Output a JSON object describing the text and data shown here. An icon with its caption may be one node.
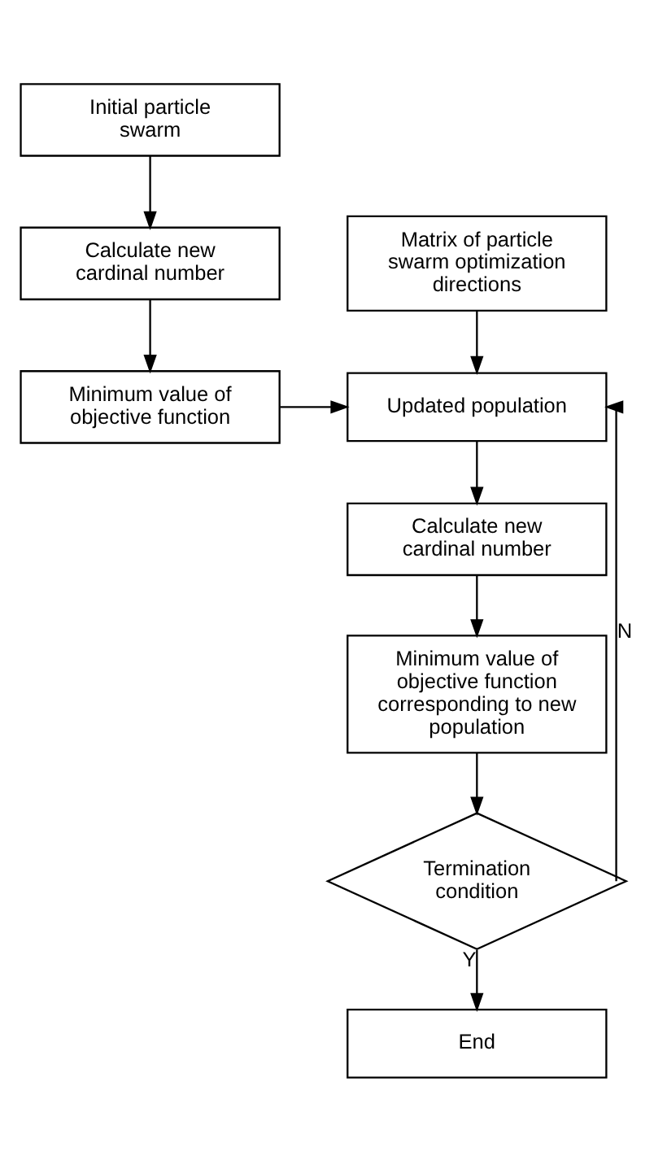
{
  "diagram": {
    "nodes": [
      {
        "text": [
          "Initial particle swarm"
        ]
      },
      {
        "text": [
          "Calculate new cardinal number"
        ]
      },
      {
        "text": [
          "Minimum value of objective function"
        ]
      },
      {
        "text": [
          "Matrix of particle swarm optimization directions"
        ]
      },
      {
        "text": [
          "Updated population"
        ]
      },
      {
        "text": [
          "Calculate new cardinal number"
        ]
      },
      {
        "text": [
          "Minimum value of objective function corresponding to new population"
        ]
      },
      {
        "text": [
          "Termination condition"
        ]
      },
      {
        "text": [
          "End"
        ]
      }
    ],
    "edges": [
      {
        "from": 0,
        "to": 1,
        "arrow": "to"
      },
      {
        "from": 1,
        "to": 2,
        "arrow": "to"
      },
      {
        "from": 2,
        "to": 4,
        "arrow": "to"
      },
      {
        "from": 3,
        "to": 4,
        "arrow": "to"
      },
      {
        "from": 4,
        "to": 5,
        "arrow": "to"
      },
      {
        "from": 5,
        "to": 6,
        "arrow": "to"
      },
      {
        "from": 6,
        "to": 7,
        "arrow": "to"
      },
      {
        "from": 7,
        "to": 4,
        "arrow": "to",
        "label": "N"
      },
      {
        "from": 7,
        "to": 8,
        "arrow": "to",
        "label": "Y"
      }
    ]
  }
}
